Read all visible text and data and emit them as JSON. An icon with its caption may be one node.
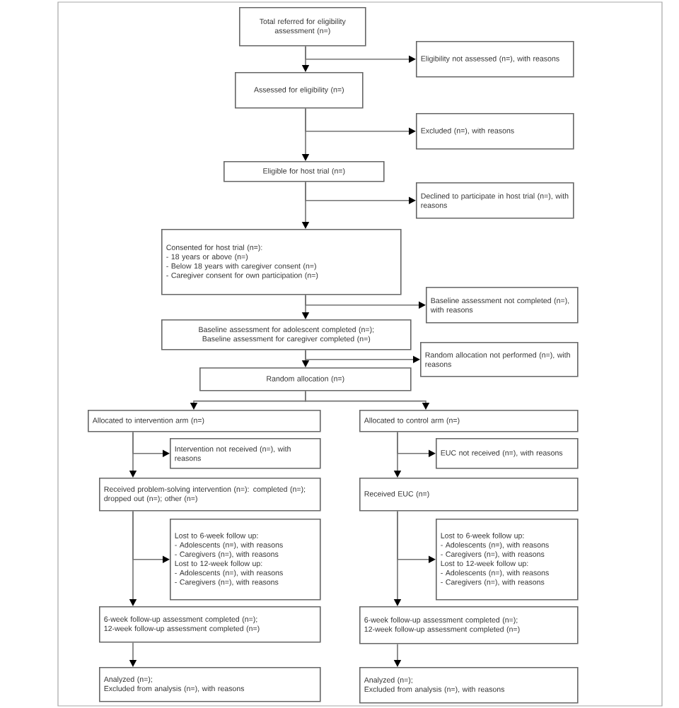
{
  "diagram": {
    "nodes": [
      {
        "text": [
          "Total referred for eligibility assessment (n=)"
        ]
      },
      {
        "text": [
          "Eligibility not assessed (n=), with reasons"
        ]
      },
      {
        "text": [
          "Assessed for eligibility (n=)"
        ]
      },
      {
        "text": [
          "Excluded (n=), with reasons"
        ]
      },
      {
        "text": [
          "Eligible for host trial (n=)"
        ]
      },
      {
        "text": [
          "Declined to participate in host trial (n=), with reasons"
        ]
      },
      {
        "text": [
          "Consented for host trial (n=):",
          "- 18 years or above (n=)",
          "- Below 18 years with caregiver consent (n=)",
          "- Caregiver consent for own participation (n=)"
        ]
      },
      {
        "text": [
          "Baseline assessment not completed (n=), with reasons"
        ]
      },
      {
        "text": [
          "Baseline assessment for adolescent completed (n=);",
          "Baseline assessment for caregiver completed (n=)"
        ]
      },
      {
        "text": [
          "Random allocation not performed (n=), with reasons"
        ]
      },
      {
        "text": [
          "Random allocation (n=)"
        ]
      },
      {
        "text": [
          "Allocated to intervention arm (n=)"
        ]
      },
      {
        "text": [
          "Allocated to control arm (n=)"
        ]
      },
      {
        "text": [
          "Intervention not received (n=), with reasons"
        ]
      },
      {
        "text": [
          "Received problem-solving intervention (n=): completed (n=); dropped out (n=); other (n=)"
        ]
      },
      {
        "text": [
          "Lost to 6-week follow up:",
          "- Adolescents (n=), with reasons",
          "- Caregivers (n=), with reasons",
          "Lost to 12-week follow up:",
          "- Adolescents (n=), with reasons",
          "- Caregivers (n=), with reasons"
        ]
      },
      {
        "text": [
          "6-week follow-up assessment completed (n=);",
          "12-week follow-up assessment completed (n=)"
        ]
      },
      {
        "text": [
          "Analyzed (n=);",
          "Excluded from analysis (n=), with reasons"
        ]
      },
      {
        "text": [
          "EUC not received (n=), with reasons"
        ]
      },
      {
        "text": [
          "Received EUC (n=)"
        ]
      },
      {
        "text": [
          "Lost to 6-week follow up:",
          "- Adolescents (n=), with reasons",
          "- Caregivers (n=), with reasons",
          "Lost to 12-week follow up:",
          "- Adolescents (n=), with reasons",
          "- Caregivers (n=), with reasons"
        ]
      },
      {
        "text": [
          "6-week follow-up assessment completed (n=);",
          "12-week follow-up assessment completed (n=)"
        ]
      },
      {
        "text": [
          "Analyzed (n=);",
          "Excluded from analysis (n=), with reasons"
        ]
      }
    ],
    "edges": [
      {
        "from": 0,
        "to": 1,
        "arrow": "to"
      },
      {
        "from": 0,
        "to": 2,
        "arrow": "to"
      },
      {
        "from": 2,
        "to": 3,
        "arrow": "to"
      },
      {
        "from": 2,
        "to": 4,
        "arrow": "to"
      },
      {
        "from": 4,
        "to": 5,
        "arrow": "to"
      },
      {
        "from": 4,
        "to": 6,
        "arrow": "to"
      },
      {
        "from": 6,
        "to": 7,
        "arrow": "to"
      },
      {
        "from": 6,
        "to": 8,
        "arrow": "to"
      },
      {
        "from": 8,
        "to": 9,
        "arrow": "to"
      },
      {
        "from": 8,
        "to": 10,
        "arrow": "to"
      },
      {
        "from": 10,
        "to": 11,
        "arrow": "to"
      },
      {
        "from": 10,
        "to": 12,
        "arrow": "to"
      },
      {
        "from": 11,
        "to": 13,
        "arrow": "to"
      },
      {
        "from": 11,
        "to": 14,
        "arrow": "to"
      },
      {
        "from": 14,
        "to": 15,
        "arrow": "to"
      },
      {
        "from": 14,
        "to": 16,
        "arrow": "to"
      },
      {
        "from": 16,
        "to": 17,
        "arrow": "to"
      },
      {
        "from": 12,
        "to": 18,
        "arrow": "to"
      },
      {
        "from": 12,
        "to": 19,
        "arrow": "to"
      },
      {
        "from": 19,
        "to": 20,
        "arrow": "to"
      },
      {
        "from": 19,
        "to": 21,
        "arrow": "to"
      },
      {
        "from": 21,
        "to": 22,
        "arrow": "to"
      }
    ]
  }
}
